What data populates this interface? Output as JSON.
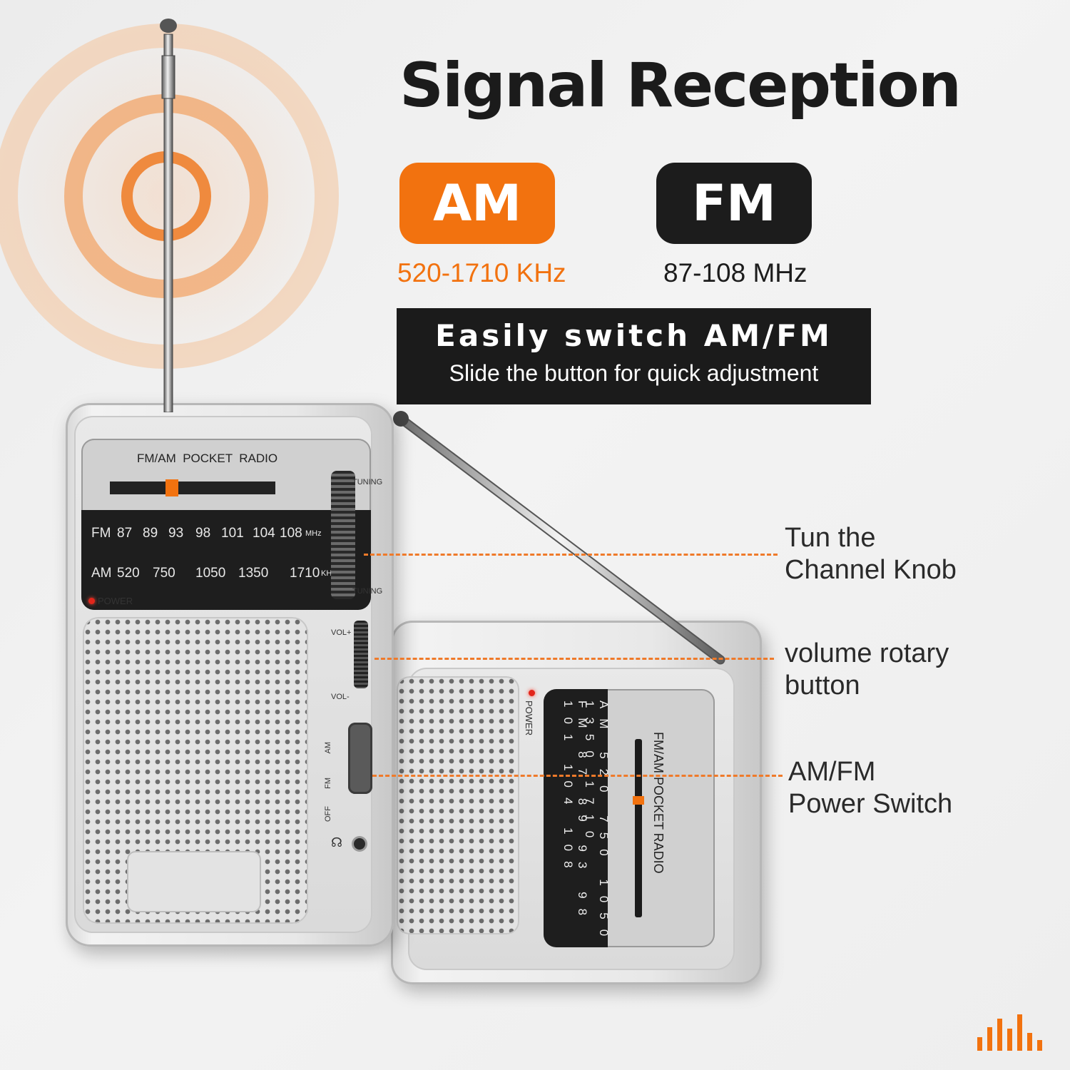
{
  "headline": "Signal Reception",
  "bands": {
    "am": {
      "label": "AM",
      "range": "520-1710 KHz"
    },
    "fm": {
      "label": "FM",
      "range": "87-108 MHz"
    }
  },
  "switch_banner": {
    "title": "Easily switch AM/FM",
    "subtitle": "Slide the button for quick adjustment"
  },
  "callouts": [
    {
      "label": "Tun the\nChannel Knob"
    },
    {
      "label": "volume rotary\nbutton"
    },
    {
      "label": "AM/FM\nPower Switch"
    }
  ],
  "radio_front": {
    "brand_label": "FM/AM  POCKET  RADIO",
    "fm_row_label": "FM",
    "fm_marks": [
      "87",
      "89",
      "93",
      "98",
      "101",
      "104",
      "108"
    ],
    "fm_unit": "MHz",
    "am_row_label": "AM",
    "am_marks": [
      "520",
      "750",
      "1050",
      "1350",
      "1710"
    ],
    "am_unit": "KHz",
    "power_label": "POWER",
    "tuning_label": "TUNING",
    "vol_plus": "VOL+",
    "vol_minus": "VOL-",
    "switch_positions": [
      "AM",
      "FM",
      "OFF"
    ]
  },
  "colors": {
    "accent": "#f2720f",
    "dark": "#1c1c1c"
  },
  "icons": {
    "signal_waves": "concentric-rings",
    "bars": "equalizer-bars"
  }
}
